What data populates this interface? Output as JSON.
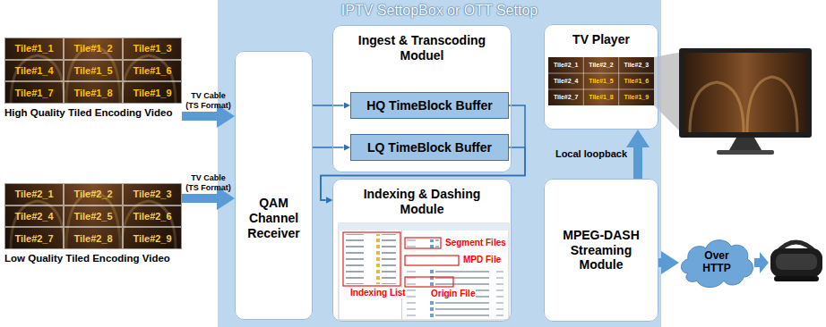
{
  "diagram": {
    "nodes": [
      {
        "text": [
          "High Quality Tiled Encoding Video"
        ]
      },
      {
        "text": [
          "Tile#1_1"
        ],
        "in": 0
      },
      {
        "text": [
          "Tile#1_2"
        ],
        "in": 0
      },
      {
        "text": [
          "Tile#1_3"
        ],
        "in": 0
      },
      {
        "text": [
          "Tile#1_4"
        ],
        "in": 0
      },
      {
        "text": [
          "Tile#1_5"
        ],
        "in": 0
      },
      {
        "text": [
          "Tile#1_6"
        ],
        "in": 0
      },
      {
        "text": [
          "Tile#1_7"
        ],
        "in": 0
      },
      {
        "text": [
          "Tile#1_8"
        ],
        "in": 0
      },
      {
        "text": [
          "Tile#1_9"
        ],
        "in": 0
      },
      {
        "text": [
          "Low Quality Tiled Encoding Video"
        ]
      },
      {
        "text": [
          "Tile#2_1"
        ],
        "in": 10
      },
      {
        "text": [
          "Tile#2_2"
        ],
        "in": 10
      },
      {
        "text": [
          "Tile#2_3"
        ],
        "in": 10
      },
      {
        "text": [
          "Tile#2_4"
        ],
        "in": 10
      },
      {
        "text": [
          "Tile#2_5"
        ],
        "in": 10
      },
      {
        "text": [
          "Tile#2_6"
        ],
        "in": 10
      },
      {
        "text": [
          "Tile#2_7"
        ],
        "in": 10
      },
      {
        "text": [
          "Tile#2_8"
        ],
        "in": 10
      },
      {
        "text": [
          "Tile#2_9"
        ],
        "in": 10
      },
      {
        "text": [
          "IPTV SettopBox or OTT Settop"
        ]
      },
      {
        "text": [
          "QAM Channel Receiver"
        ],
        "in": 20
      },
      {
        "text": [
          "Ingest & Transcoding Moduel"
        ],
        "in": 20
      },
      {
        "text": [
          "HQ TimeBlock Buffer"
        ],
        "in": 22
      },
      {
        "text": [
          "LQ TimeBlock Buffer"
        ],
        "in": 22
      },
      {
        "text": [
          "TV Player"
        ],
        "in": 20
      },
      {
        "text": [
          "Indexing & Dashing Module"
        ],
        "in": 20
      },
      {
        "text": [
          "MPEG-DASH Streaming Module"
        ],
        "in": 20
      },
      {
        "text": [
          "Over HTTP"
        ]
      }
    ],
    "edges": [
      {
        "from": 0,
        "to": 21,
        "arrow": "to",
        "label": "TV Cable (TS Format)"
      },
      {
        "from": 10,
        "to": 21,
        "arrow": "to",
        "label": "TV Cable (TS Format)"
      },
      {
        "from": 21,
        "to": 23,
        "arrow": "to"
      },
      {
        "from": 21,
        "to": 24,
        "arrow": "to"
      },
      {
        "from": 23,
        "to": 26,
        "arrow": "to"
      },
      {
        "from": 24,
        "to": 26,
        "arrow": "to"
      },
      {
        "from": 27,
        "to": 25,
        "arrow": "to",
        "label": "Local loopback"
      },
      {
        "from": 27,
        "to": 28,
        "arrow": "to"
      }
    ],
    "labels": [
      "Tile#2_1",
      "Tile#2_2",
      "Tile#2_3",
      "Tile#2_4",
      "Tile#1_5",
      "Tile#1_6",
      "Tile#2_7",
      "Tile#1_8",
      "Tile#1_9",
      "MPD File",
      "Segment Files",
      "Indexing List",
      "Origin File"
    ]
  }
}
